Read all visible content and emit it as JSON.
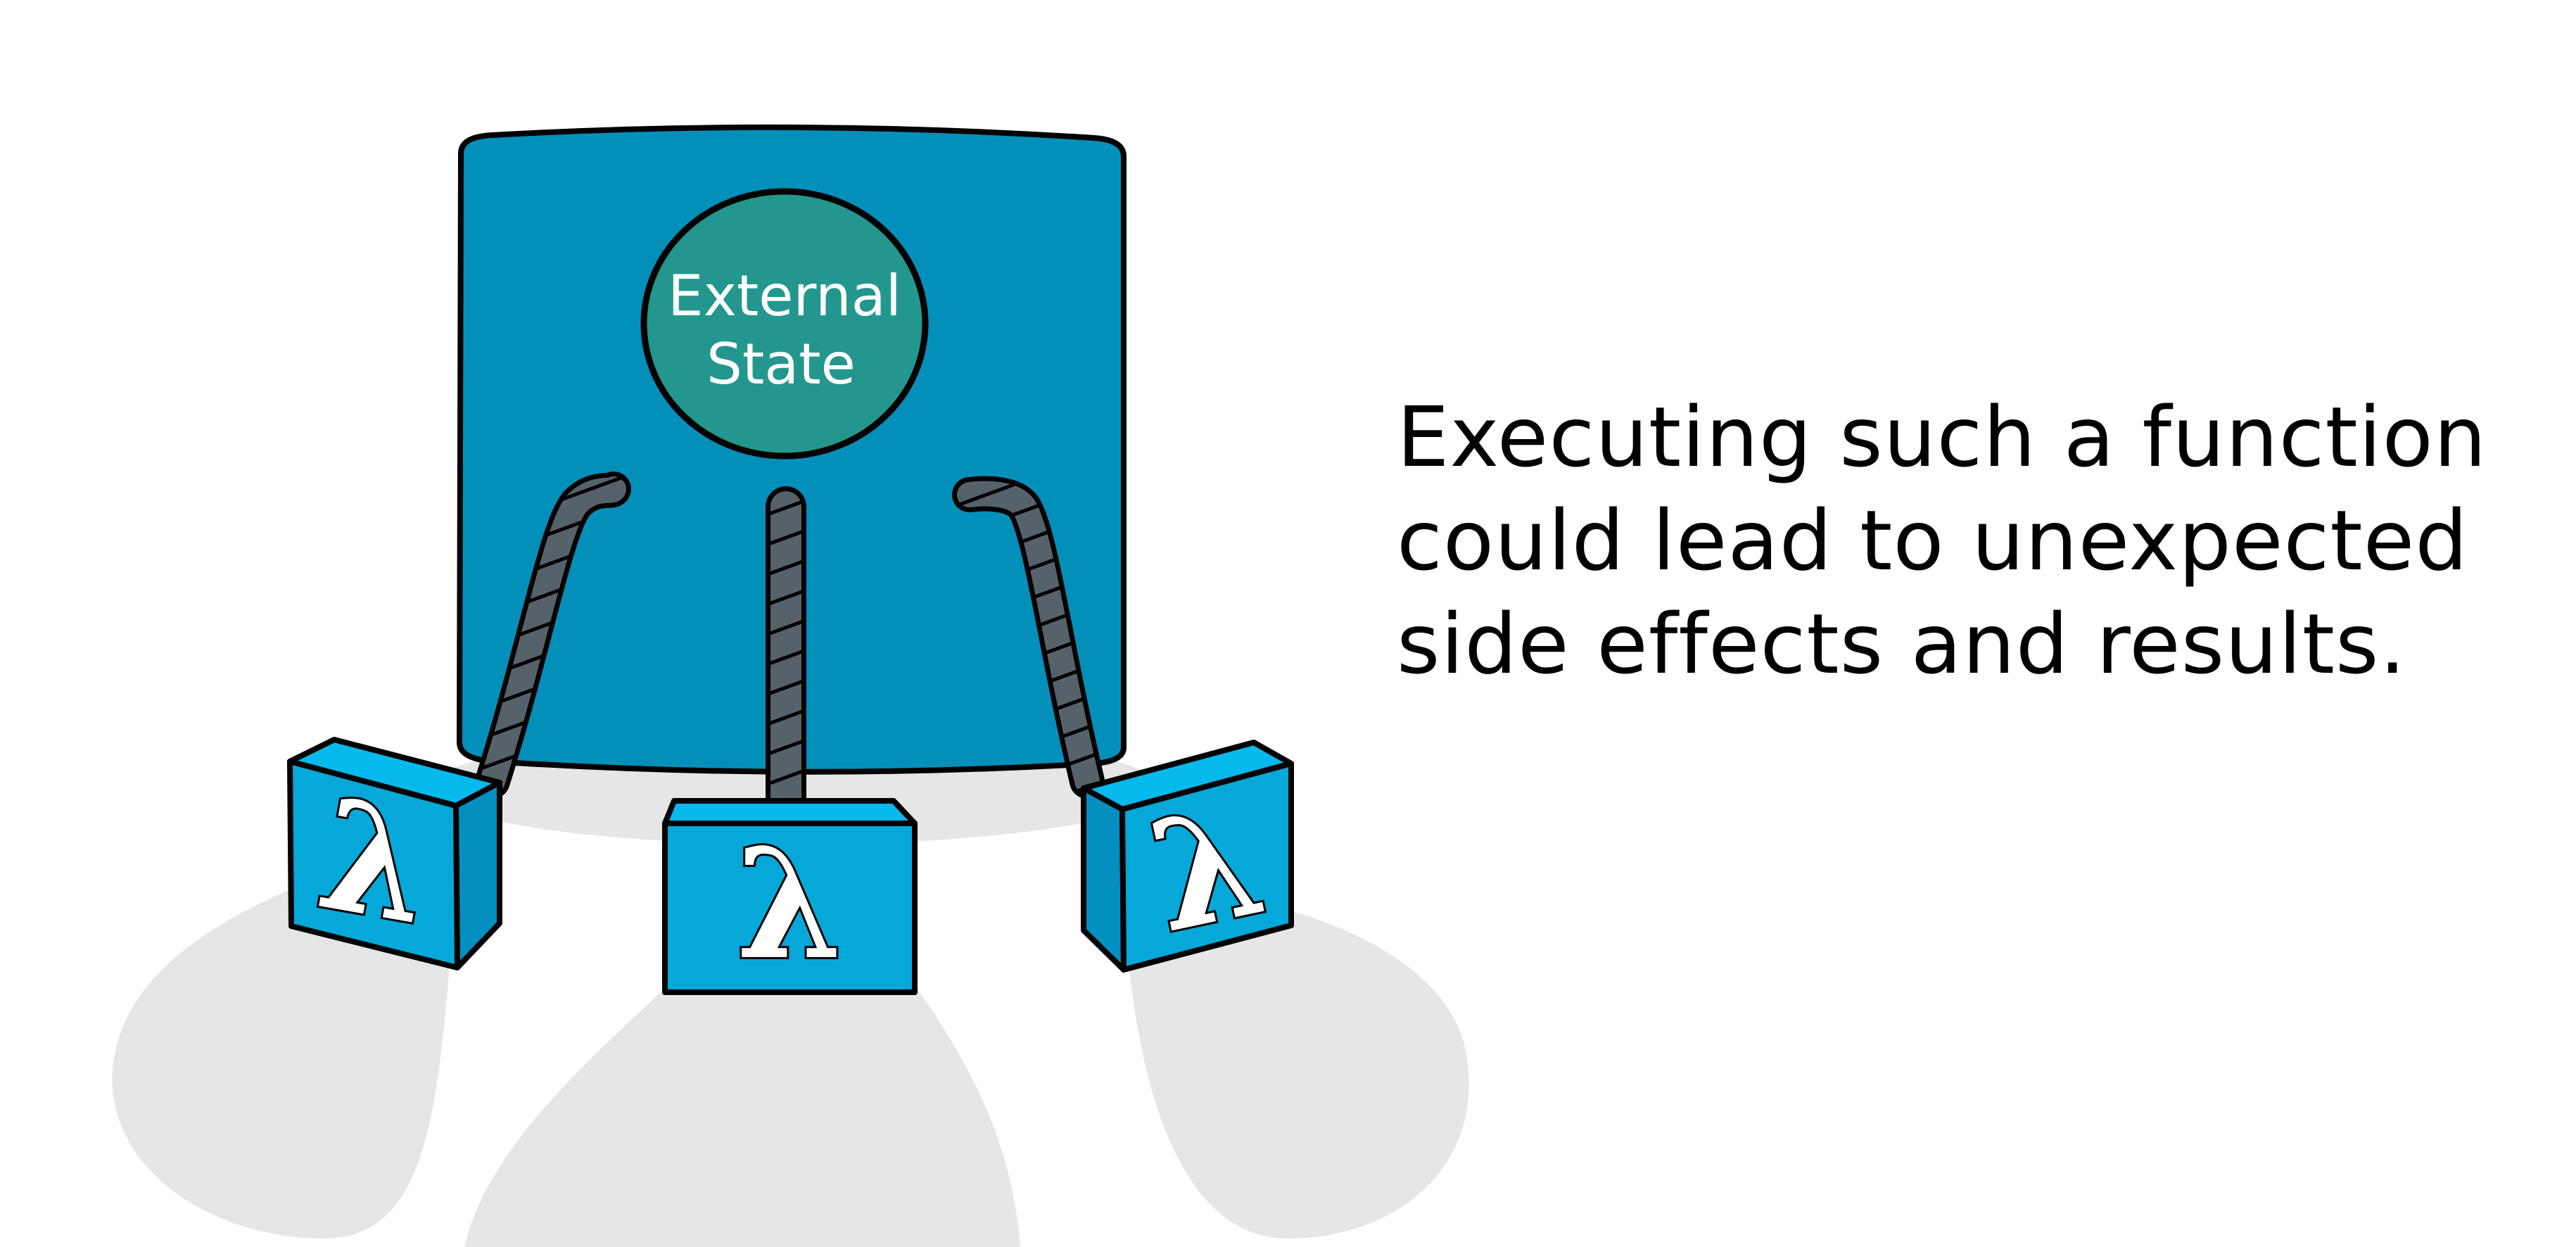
{
  "diagram": {
    "external_state": {
      "label_lines": [
        "External",
        "State"
      ]
    },
    "functions": [
      {
        "symbol": "λ"
      },
      {
        "symbol": "λ"
      },
      {
        "symbol": "λ"
      }
    ],
    "caption_lines": [
      "Executing such a function",
      "could lead to unexpected",
      "side effects and results."
    ],
    "colors": {
      "container": "#0290bb",
      "state_circle": "#23978d",
      "function_box": "#05a8d8",
      "function_box_top": "#06b9ec",
      "cable": "#56626a",
      "shadow": "#e6e6e6"
    }
  }
}
